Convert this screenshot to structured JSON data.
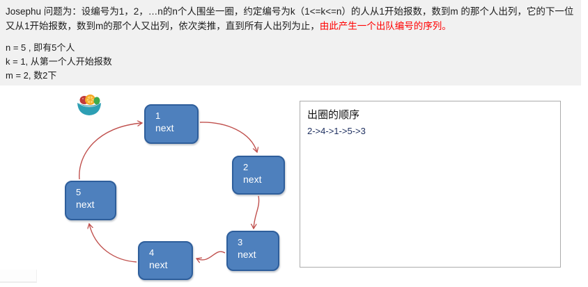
{
  "problem": {
    "description_part1": "Josephu 问题为：设编号为1，2，…n的n个人围坐一圈，约定编号为k（1<=k<=n）的人从1开始报数，数到m 的那个人出列，它的下一位又从1开始报数，数到m的那个人又出列，依次类推，直到所有人出列为止，",
    "description_highlight": "由此产生一个出队编号的序列。",
    "params": [
      "n = 5 , 即有5个人",
      "k = 1, 从第一个人开始报数",
      "m = 2, 数2下"
    ]
  },
  "diagram": {
    "type": "circular-linked-list",
    "nodes": [
      {
        "num": "1",
        "label": "next"
      },
      {
        "num": "2",
        "label": "next"
      },
      {
        "num": "3",
        "label": "next"
      },
      {
        "num": "4",
        "label": "next"
      },
      {
        "num": "5",
        "label": "next"
      }
    ],
    "links": [
      "1->2",
      "2->3",
      "3->4",
      "4->5",
      "5->1"
    ],
    "icons": [
      "fruit-bowl-icon"
    ]
  },
  "result_panel": {
    "title": "出圈的顺序",
    "sequence": "2->4->1->5->3"
  },
  "colors": {
    "header_bg": "#f1f1f1",
    "node_fill": "#4e80bd",
    "node_border": "#2e5e9b",
    "arrow": "#c0504d",
    "highlight_red": "#ff0000",
    "sequence_text": "#1f3060",
    "panel_border": "#ababab"
  }
}
